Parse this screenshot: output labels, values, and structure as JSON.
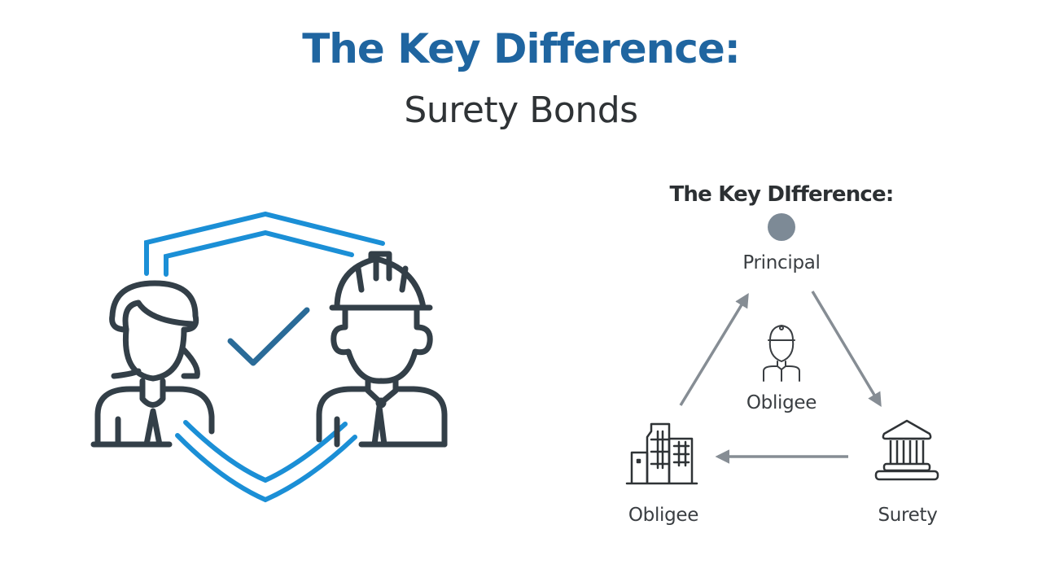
{
  "header": {
    "title": "The Key Difference:",
    "subtitle": "Surety Bonds"
  },
  "colors": {
    "title_blue": "#1f65a0",
    "shield_blue": "#1b8fd6",
    "check_blue": "#2a6b98",
    "icon_dark": "#333f48",
    "arrow_gray": "#868d94",
    "node_gray": "#7d8a96",
    "text_dark": "#2f3336"
  },
  "left_illustration": {
    "icons": [
      "shield-icon",
      "checkmark-icon",
      "woman-person-icon",
      "construction-worker-icon"
    ]
  },
  "diagram": {
    "heading": "The Key DIfference:",
    "nodes": [
      {
        "id": "principal",
        "label": "Principal",
        "icon": "circle-dot-icon"
      },
      {
        "id": "center",
        "label": "Obligee",
        "icon": "worker-icon"
      },
      {
        "id": "obligee",
        "label": "Obligee",
        "icon": "building-icon"
      },
      {
        "id": "surety",
        "label": "Surety",
        "icon": "bank-icon"
      }
    ],
    "arrows": [
      {
        "from": "obligee",
        "to": "principal"
      },
      {
        "from": "principal",
        "to": "surety"
      },
      {
        "from": "surety",
        "to": "obligee"
      }
    ]
  }
}
